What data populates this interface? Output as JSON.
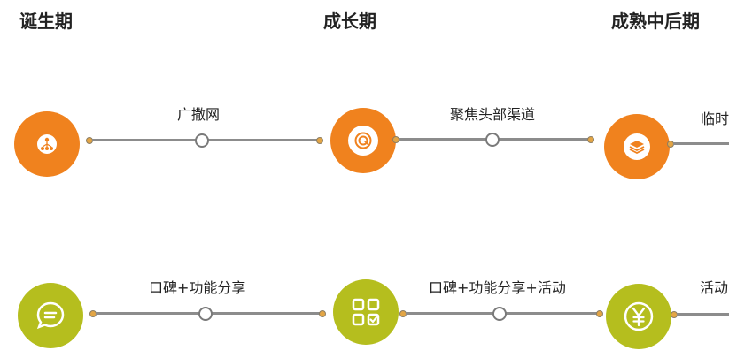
{
  "stages": [
    "诞生期",
    "成长期",
    "成熟中后期"
  ],
  "row1": {
    "color": "#f0821e",
    "labels": [
      "广撒网",
      "聚焦头部渠道",
      "临时"
    ],
    "icons": [
      "network-icon",
      "target-icon",
      "layers-icon"
    ]
  },
  "row2": {
    "color": "#b5be1e",
    "labels": [
      "口碑+功能分享",
      "口碑+功能分享+活动",
      "活动"
    ],
    "icons": [
      "chat-icon",
      "grid-check-icon",
      "yen-icon"
    ]
  },
  "colors": {
    "line": "#8c8c8c",
    "end_dot": "#e3a545",
    "orange": "#f0821e",
    "green": "#b5be1e"
  }
}
